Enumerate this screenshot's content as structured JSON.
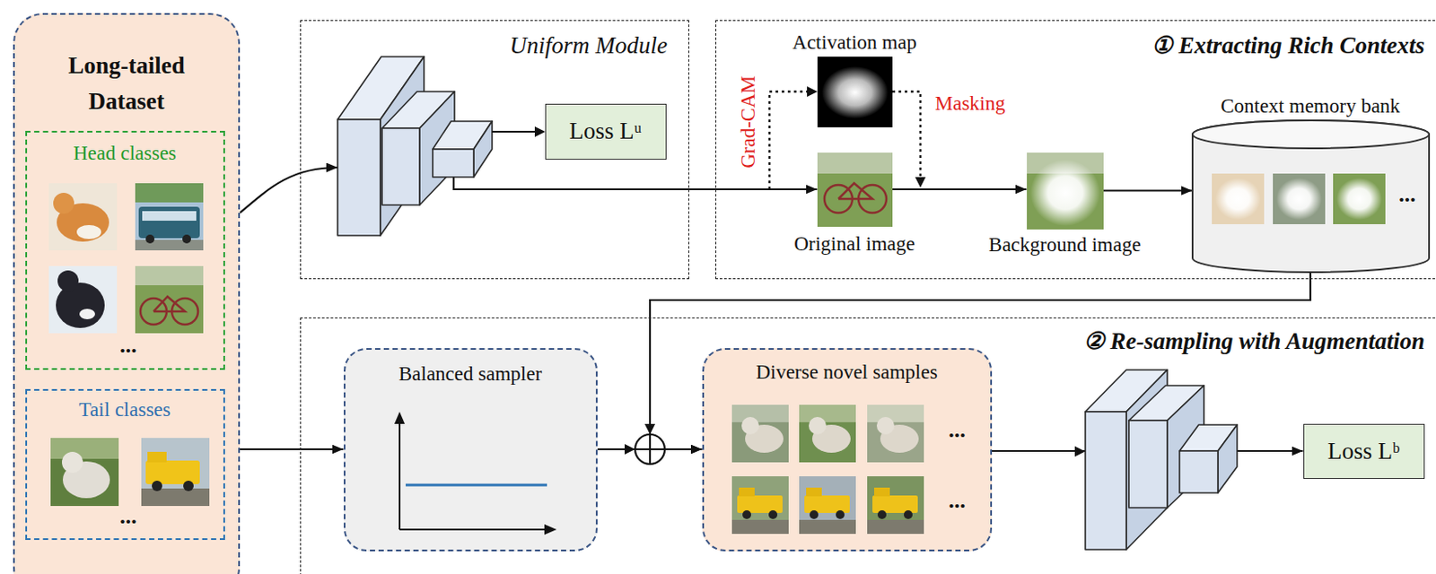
{
  "diagram": {
    "nodes": [
      {
        "text": [
          "Long-tailed Dataset"
        ]
      },
      {
        "text": [
          "Head classes"
        ],
        "in": 0
      },
      {
        "text": [
          "Tail classes"
        ],
        "in": 0
      },
      {
        "text": [
          "Uniform Module"
        ]
      },
      {
        "text": [
          "Loss Lᵘ"
        ],
        "in": 3
      },
      {
        "text": [
          "① Extracting Rich Contexts"
        ]
      },
      {
        "text": [
          "Activation map"
        ],
        "in": 5
      },
      {
        "text": [
          "Original image"
        ],
        "in": 5
      },
      {
        "text": [
          "Background image"
        ],
        "in": 5
      },
      {
        "text": [
          "Context memory bank"
        ],
        "in": 5
      },
      {
        "text": [
          "② Re-sampling with Augmentation"
        ]
      },
      {
        "text": [
          "Balanced sampler"
        ],
        "in": 10
      },
      {
        "text": [
          "Diverse novel samples"
        ],
        "in": 10
      },
      {
        "text": [
          "Loss Lᵇ"
        ],
        "in": 10
      }
    ],
    "edges": [
      {
        "from": 0,
        "to": 3,
        "arrow": "to"
      },
      {
        "from": 3,
        "to": 7,
        "arrow": "to"
      },
      {
        "from": 7,
        "to": 8,
        "arrow": "to"
      },
      {
        "from": 8,
        "to": 9,
        "arrow": "to"
      },
      {
        "from": 9,
        "to": 12,
        "arrow": "to"
      },
      {
        "from": 0,
        "to": 11,
        "arrow": "to"
      },
      {
        "from": 11,
        "to": 12,
        "arrow": "to"
      },
      {
        "from": 12,
        "to": 13,
        "arrow": "to"
      }
    ],
    "labels": [
      "Grad-CAM",
      "Masking",
      "...",
      "...",
      "...",
      "...",
      "..."
    ]
  }
}
